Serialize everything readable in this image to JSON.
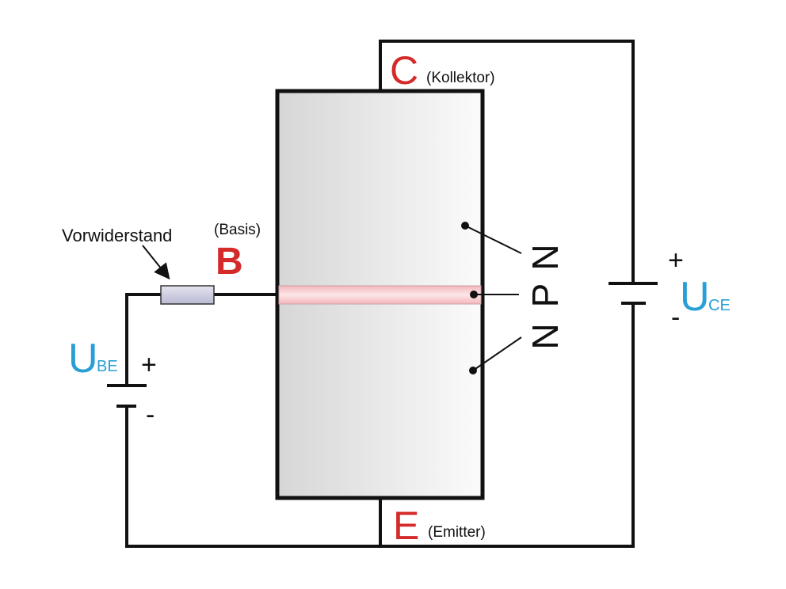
{
  "terminals": {
    "collector": {
      "letter": "C",
      "name": "(Kollektor)"
    },
    "emitter": {
      "letter": "E",
      "name": "(Emitter)"
    },
    "base": {
      "letter": "B",
      "name": "(Basis)"
    }
  },
  "resistor_label": "Vorwiderstand",
  "layers": [
    "N",
    "P",
    "N"
  ],
  "sources": {
    "ube": {
      "main": "U",
      "sub": "BE",
      "plus": "+",
      "minus": "-"
    },
    "uce": {
      "main": "U",
      "sub": "CE",
      "plus": "+",
      "minus": "-"
    }
  },
  "colors": {
    "terminal": "#d42a2a",
    "voltage": "#2a9fd6",
    "p_layer": "#f6c9cc",
    "body": "#e2e2e2"
  }
}
